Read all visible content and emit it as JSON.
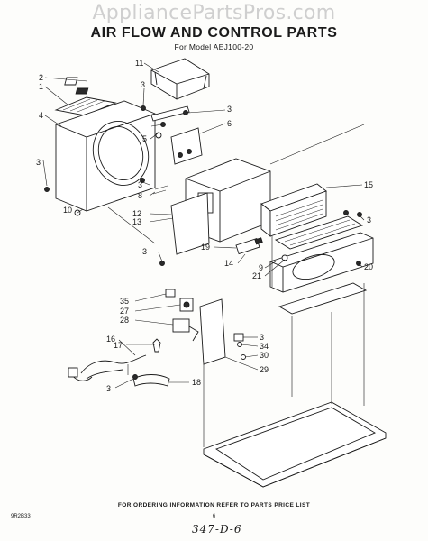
{
  "header": {
    "watermark": "AppliancePartsPros.com",
    "title": "AIR FLOW AND CONTROL PARTS",
    "subtitle": "For Model AEJ100-20"
  },
  "footer": {
    "note": "FOR ORDERING INFORMATION REFER TO PARTS PRICE LIST",
    "figure_code": "9R2B33",
    "page_number": "6",
    "handwritten_code": "347-D-6"
  },
  "callouts": [
    {
      "id": "c-11",
      "label": "11"
    },
    {
      "id": "c-2",
      "label": "2"
    },
    {
      "id": "c-1",
      "label": "1"
    },
    {
      "id": "c-3a",
      "label": "3"
    },
    {
      "id": "c-4",
      "label": "4"
    },
    {
      "id": "c-3b",
      "label": "3"
    },
    {
      "id": "c-6",
      "label": "6"
    },
    {
      "id": "c-5",
      "label": "5"
    },
    {
      "id": "c-3c",
      "label": "3"
    },
    {
      "id": "c-10",
      "label": "10"
    },
    {
      "id": "c-3d",
      "label": "3"
    },
    {
      "id": "c-8",
      "label": "8"
    },
    {
      "id": "c-12",
      "label": "12"
    },
    {
      "id": "c-13",
      "label": "13"
    },
    {
      "id": "c-15",
      "label": "15"
    },
    {
      "id": "c-3e",
      "label": "3"
    },
    {
      "id": "c-3f",
      "label": "3"
    },
    {
      "id": "c-19",
      "label": "19"
    },
    {
      "id": "c-14",
      "label": "14"
    },
    {
      "id": "c-9",
      "label": "9"
    },
    {
      "id": "c-21",
      "label": "21"
    },
    {
      "id": "c-20",
      "label": "20"
    },
    {
      "id": "c-35",
      "label": "35"
    },
    {
      "id": "c-27",
      "label": "27"
    },
    {
      "id": "c-28",
      "label": "28"
    },
    {
      "id": "c-3g",
      "label": "3"
    },
    {
      "id": "c-34",
      "label": "34"
    },
    {
      "id": "c-30",
      "label": "30"
    },
    {
      "id": "c-29",
      "label": "29"
    },
    {
      "id": "c-16",
      "label": "16"
    },
    {
      "id": "c-17",
      "label": "17"
    },
    {
      "id": "c-3h",
      "label": "3"
    },
    {
      "id": "c-18",
      "label": "18"
    }
  ]
}
